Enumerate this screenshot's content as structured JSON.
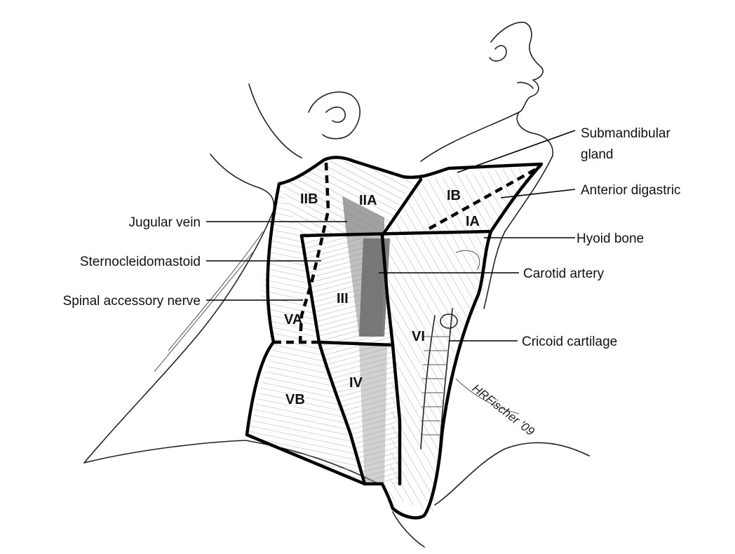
{
  "labels": {
    "submandibular_gland_line1": "Submandibular",
    "submandibular_gland_line2": "gland",
    "anterior_digastric": "Anterior digastric",
    "hyoid_bone": "Hyoid bone",
    "carotid_artery": "Carotid artery",
    "cricoid_cartilage": "Cricoid cartilage",
    "jugular_vein": "Jugular vein",
    "sternocleidomastoid": "Sternocleidomastoid",
    "spinal_accessory_nerve": "Spinal accessory nerve"
  },
  "zones": {
    "IIB": "IIB",
    "IIA": "IIA",
    "IB": "IB",
    "IA": "IA",
    "III": "III",
    "VA": "VA",
    "VB": "VB",
    "IV": "IV",
    "VI": "VI"
  },
  "signature": "HRFischer '09",
  "colors": {
    "line": "#000000",
    "jugular_vein_fill": "#8a8a8a",
    "carotid_artery_fill": "#6b6b6b",
    "muscle_hatch": "#9a9a9a"
  }
}
